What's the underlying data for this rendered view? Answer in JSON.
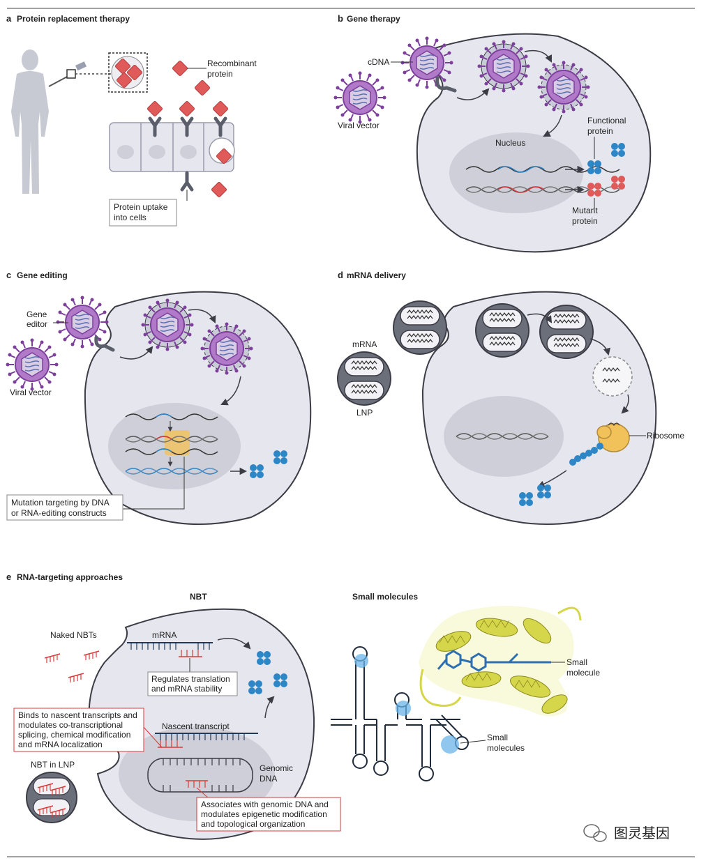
{
  "colors": {
    "cell_fill": "#e6e6ee",
    "cell_stroke": "#3c3c46",
    "nucleus_fill": "#cfcfd9",
    "virus_purple": "#b07ac9",
    "virus_stroke": "#7d3f9c",
    "protein_red": "#e05a5a",
    "protein_blue": "#2d86c6",
    "dna_blue": "#2d86c6",
    "dna_red": "#d93a3a",
    "nbt_red": "#d93a3a",
    "callout_red": "#d93a3a",
    "ribosome": "#f2c25a",
    "small_molecule_blue": "#6ab4e8",
    "helix_yellow": "#d6d64a",
    "lnp_grey": "#6b6f7a"
  },
  "panel_a": {
    "letter": "a",
    "title": "Protein replacement therapy",
    "recombinant_line1": "Recombinant",
    "recombinant_line2": "protein",
    "uptake_line1": "Protein uptake",
    "uptake_line2": "into cells"
  },
  "panel_b": {
    "letter": "b",
    "title": "Gene therapy",
    "cdna": "cDNA",
    "viral_vector": "Viral vector",
    "nucleus": "Nucleus",
    "functional_line1": "Functional",
    "functional_line2": "protein",
    "mutant_line1": "Mutant",
    "mutant_line2": "protein"
  },
  "panel_c": {
    "letter": "c",
    "title": "Gene editing",
    "gene_line1": "Gene",
    "gene_line2": "editor",
    "viral_vector": "Viral vector",
    "mutation_line1": "Mutation targeting by DNA",
    "mutation_line2": "or RNA-editing constructs"
  },
  "panel_d": {
    "letter": "d",
    "title": "mRNA delivery",
    "mrna": "mRNA",
    "lnp": "LNP",
    "ribosome": "Ribosome"
  },
  "panel_e": {
    "letter": "e",
    "title": "RNA-targeting approaches",
    "nbt_header": "NBT",
    "small_header": "Small molecules",
    "naked_nbts": "Naked NBTs",
    "mrna": "mRNA",
    "reg_line1": "Regulates translation",
    "reg_line2": "and mRNA stability",
    "binds_line1": "Binds to nascent transcripts and",
    "binds_line2": "modulates co-transcriptional",
    "binds_line3": "splicing, chemical modification",
    "binds_line4": "and mRNA localization",
    "nascent": "Nascent transcript",
    "genomic_line1": "Genomic",
    "genomic_line2": "DNA",
    "nbt_in_lnp": "NBT in LNP",
    "assoc_line1": "Associates with genomic DNA and",
    "assoc_line2": "modulates epigenetic modification",
    "assoc_line3": "and topological organization",
    "small_mol_line1": "Small",
    "small_mol_line2": "molecule",
    "small_mols_line1": "Small",
    "small_mols_line2": "molecules"
  },
  "watermark": "图灵基因"
}
